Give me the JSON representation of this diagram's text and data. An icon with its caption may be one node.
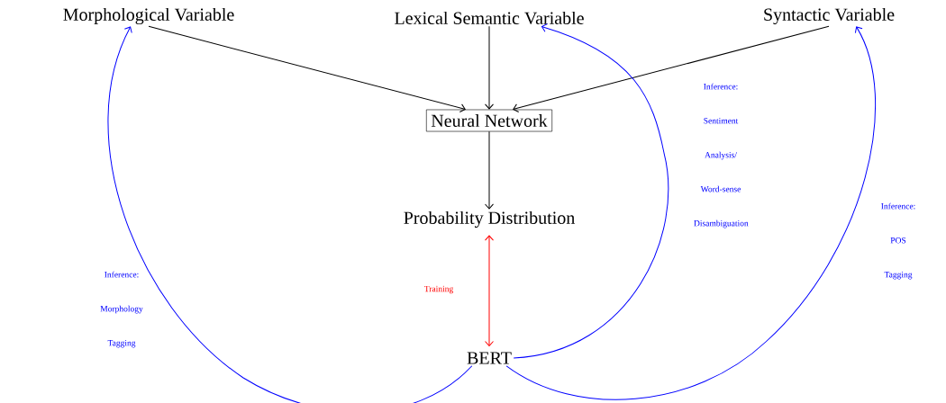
{
  "diagram": {
    "nodes": [
      {
        "text": [
          "Morphological Variable"
        ]
      },
      {
        "text": [
          "Lexical Semantic Variable"
        ]
      },
      {
        "text": [
          "Syntactic Variable"
        ]
      },
      {
        "text": [
          "Neural Network"
        ]
      },
      {
        "text": [
          "Probability Distribution"
        ]
      },
      {
        "text": [
          "BERT"
        ]
      }
    ],
    "edges": [
      {
        "from": 0,
        "to": 3,
        "arrow": "to"
      },
      {
        "from": 1,
        "to": 3,
        "arrow": "to"
      },
      {
        "from": 2,
        "to": 3,
        "arrow": "to"
      },
      {
        "from": 3,
        "to": 4,
        "arrow": "to"
      },
      {
        "from": 4,
        "to": 5,
        "arrow": "both",
        "label": "Training",
        "color": "#ff0000"
      },
      {
        "from": 5,
        "to": 0,
        "arrow": "to",
        "label": "Inference: Morphology Tagging",
        "color": "#0000ff"
      },
      {
        "from": 5,
        "to": 1,
        "arrow": "to",
        "label": "Inference: Sentiment Analysis/ Word-sense Disambiguation",
        "color": "#0000ff"
      },
      {
        "from": 5,
        "to": 2,
        "arrow": "to",
        "label": "Inference: POS Tagging",
        "color": "#0000ff"
      }
    ]
  }
}
